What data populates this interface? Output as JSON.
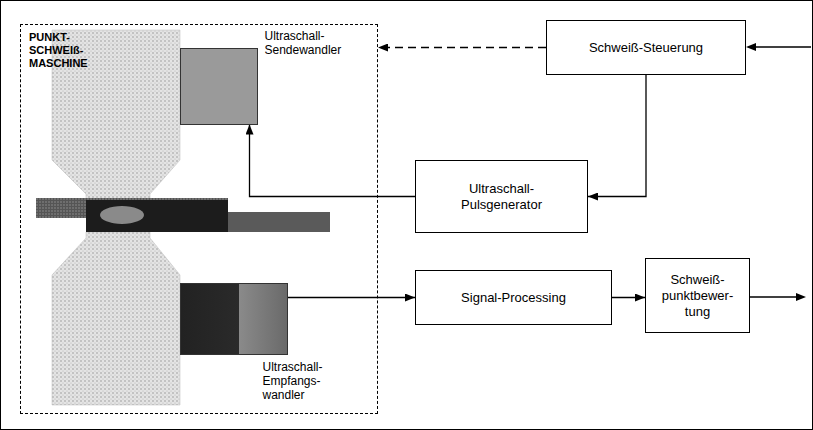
{
  "diagram": {
    "nodes": [
      {
        "text": [
          "PUNKT- SCHWEIß- MASCHINE"
        ]
      },
      {
        "text": [
          "Ultraschall- Sendewandler"
        ],
        "in": 0
      },
      {
        "text": [
          "Ultraschall- Empfangs- wandler"
        ],
        "in": 0
      },
      {
        "text": [
          "Schweiß-Steuerung"
        ]
      },
      {
        "text": [
          "Ultraschall- Pulsgenerator"
        ]
      },
      {
        "text": [
          "Signal-Processing"
        ]
      },
      {
        "text": [
          "Schweiß- punktbewer- tung"
        ]
      }
    ],
    "edges": [
      {
        "from": 3,
        "to": 0,
        "arrow": "to"
      },
      {
        "from": 3,
        "to": 4,
        "arrow": "to"
      },
      {
        "from": 4,
        "to": 1,
        "arrow": "to"
      },
      {
        "from": 2,
        "to": 5,
        "arrow": "to"
      },
      {
        "from": 5,
        "to": 6,
        "arrow": "to"
      }
    ]
  }
}
